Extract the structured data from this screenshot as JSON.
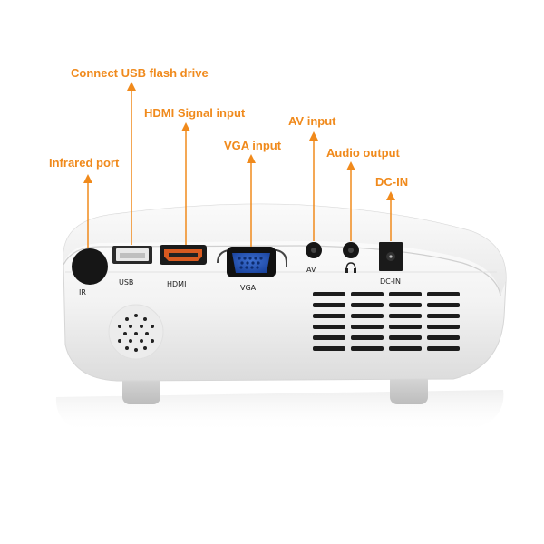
{
  "callouts": {
    "usb": "Connect USB flash drive",
    "hdmi": "HDMI Signal input",
    "av": "AV input",
    "vga": "VGA input",
    "audio": "Audio output",
    "infrared": "Infrared port",
    "dcin": "DC-IN"
  },
  "port_labels": {
    "ir": "IR",
    "usb": "USB",
    "hdmi": "HDMI",
    "vga": "VGA",
    "av": "AV",
    "dcin": "DC-IN"
  },
  "colors": {
    "accent": "#f08a1c",
    "body": "#f4f4f4",
    "vga_port": "#1f4fa8",
    "port_black": "#1a1a1a"
  },
  "icons": {
    "audio_port_symbol": "headphones-icon"
  }
}
